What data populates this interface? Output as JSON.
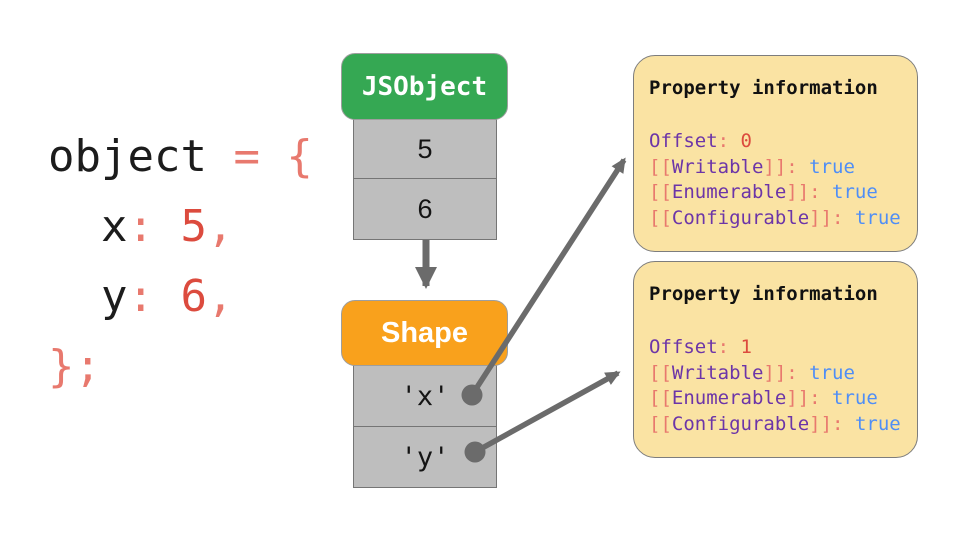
{
  "colors": {
    "header_green": "#35a853",
    "header_orange": "#f9a11c",
    "cell_gray": "#bebebe",
    "cell_border_gray": "#757575",
    "note_yellow": "#fae3a3",
    "arrow_gray": "#6b6b6b",
    "code_black": "#1c1c1c",
    "punctuation_salmon": "#e8796e",
    "value_red": "#dc4b3e",
    "keyword_purple": "#6c35a8",
    "boolean_blue": "#4f8ef6"
  },
  "code_snippet": {
    "lines": [
      [
        {
          "text": "object ",
          "style": "plain"
        },
        {
          "text": "= {",
          "style": "punct"
        }
      ],
      [
        {
          "text": "  x",
          "style": "plain"
        },
        {
          "text": ": ",
          "style": "punct"
        },
        {
          "text": "5",
          "style": "value"
        },
        {
          "text": ",",
          "style": "punct"
        }
      ],
      [
        {
          "text": "  y",
          "style": "plain"
        },
        {
          "text": ": ",
          "style": "punct"
        },
        {
          "text": "6",
          "style": "value"
        },
        {
          "text": ",",
          "style": "punct"
        }
      ],
      [
        {
          "text": "};",
          "style": "punct"
        }
      ]
    ]
  },
  "jsobject_block": {
    "header": "JSObject",
    "slots": [
      "5",
      "6"
    ]
  },
  "shape_block": {
    "header": "Shape",
    "slots": [
      "'x'",
      "'y'"
    ]
  },
  "property_boxes": [
    {
      "title": "Property information",
      "lines": [
        [
          {
            "text": "Offset",
            "style": "keyword"
          },
          {
            "text": ": ",
            "style": "punct"
          },
          {
            "text": "0",
            "style": "value"
          }
        ],
        [
          {
            "text": "[[",
            "style": "punct"
          },
          {
            "text": "Writable",
            "style": "keyword"
          },
          {
            "text": "]]: ",
            "style": "punct"
          },
          {
            "text": "true",
            "style": "bool"
          }
        ],
        [
          {
            "text": "[[",
            "style": "punct"
          },
          {
            "text": "Enumerable",
            "style": "keyword"
          },
          {
            "text": "]]: ",
            "style": "punct"
          },
          {
            "text": "true",
            "style": "bool"
          }
        ],
        [
          {
            "text": "[[",
            "style": "punct"
          },
          {
            "text": "Configurable",
            "style": "keyword"
          },
          {
            "text": "]]: ",
            "style": "punct"
          },
          {
            "text": "true",
            "style": "bool"
          }
        ]
      ]
    },
    {
      "title": "Property information",
      "lines": [
        [
          {
            "text": "Offset",
            "style": "keyword"
          },
          {
            "text": ": ",
            "style": "punct"
          },
          {
            "text": "1",
            "style": "value"
          }
        ],
        [
          {
            "text": "[[",
            "style": "punct"
          },
          {
            "text": "Writable",
            "style": "keyword"
          },
          {
            "text": "]]: ",
            "style": "punct"
          },
          {
            "text": "true",
            "style": "bool"
          }
        ],
        [
          {
            "text": "[[",
            "style": "punct"
          },
          {
            "text": "Enumerable",
            "style": "keyword"
          },
          {
            "text": "]]: ",
            "style": "punct"
          },
          {
            "text": "true",
            "style": "bool"
          }
        ],
        [
          {
            "text": "[[",
            "style": "punct"
          },
          {
            "text": "Configurable",
            "style": "keyword"
          },
          {
            "text": "]]: ",
            "style": "punct"
          },
          {
            "text": "true",
            "style": "bool"
          }
        ]
      ]
    }
  ]
}
